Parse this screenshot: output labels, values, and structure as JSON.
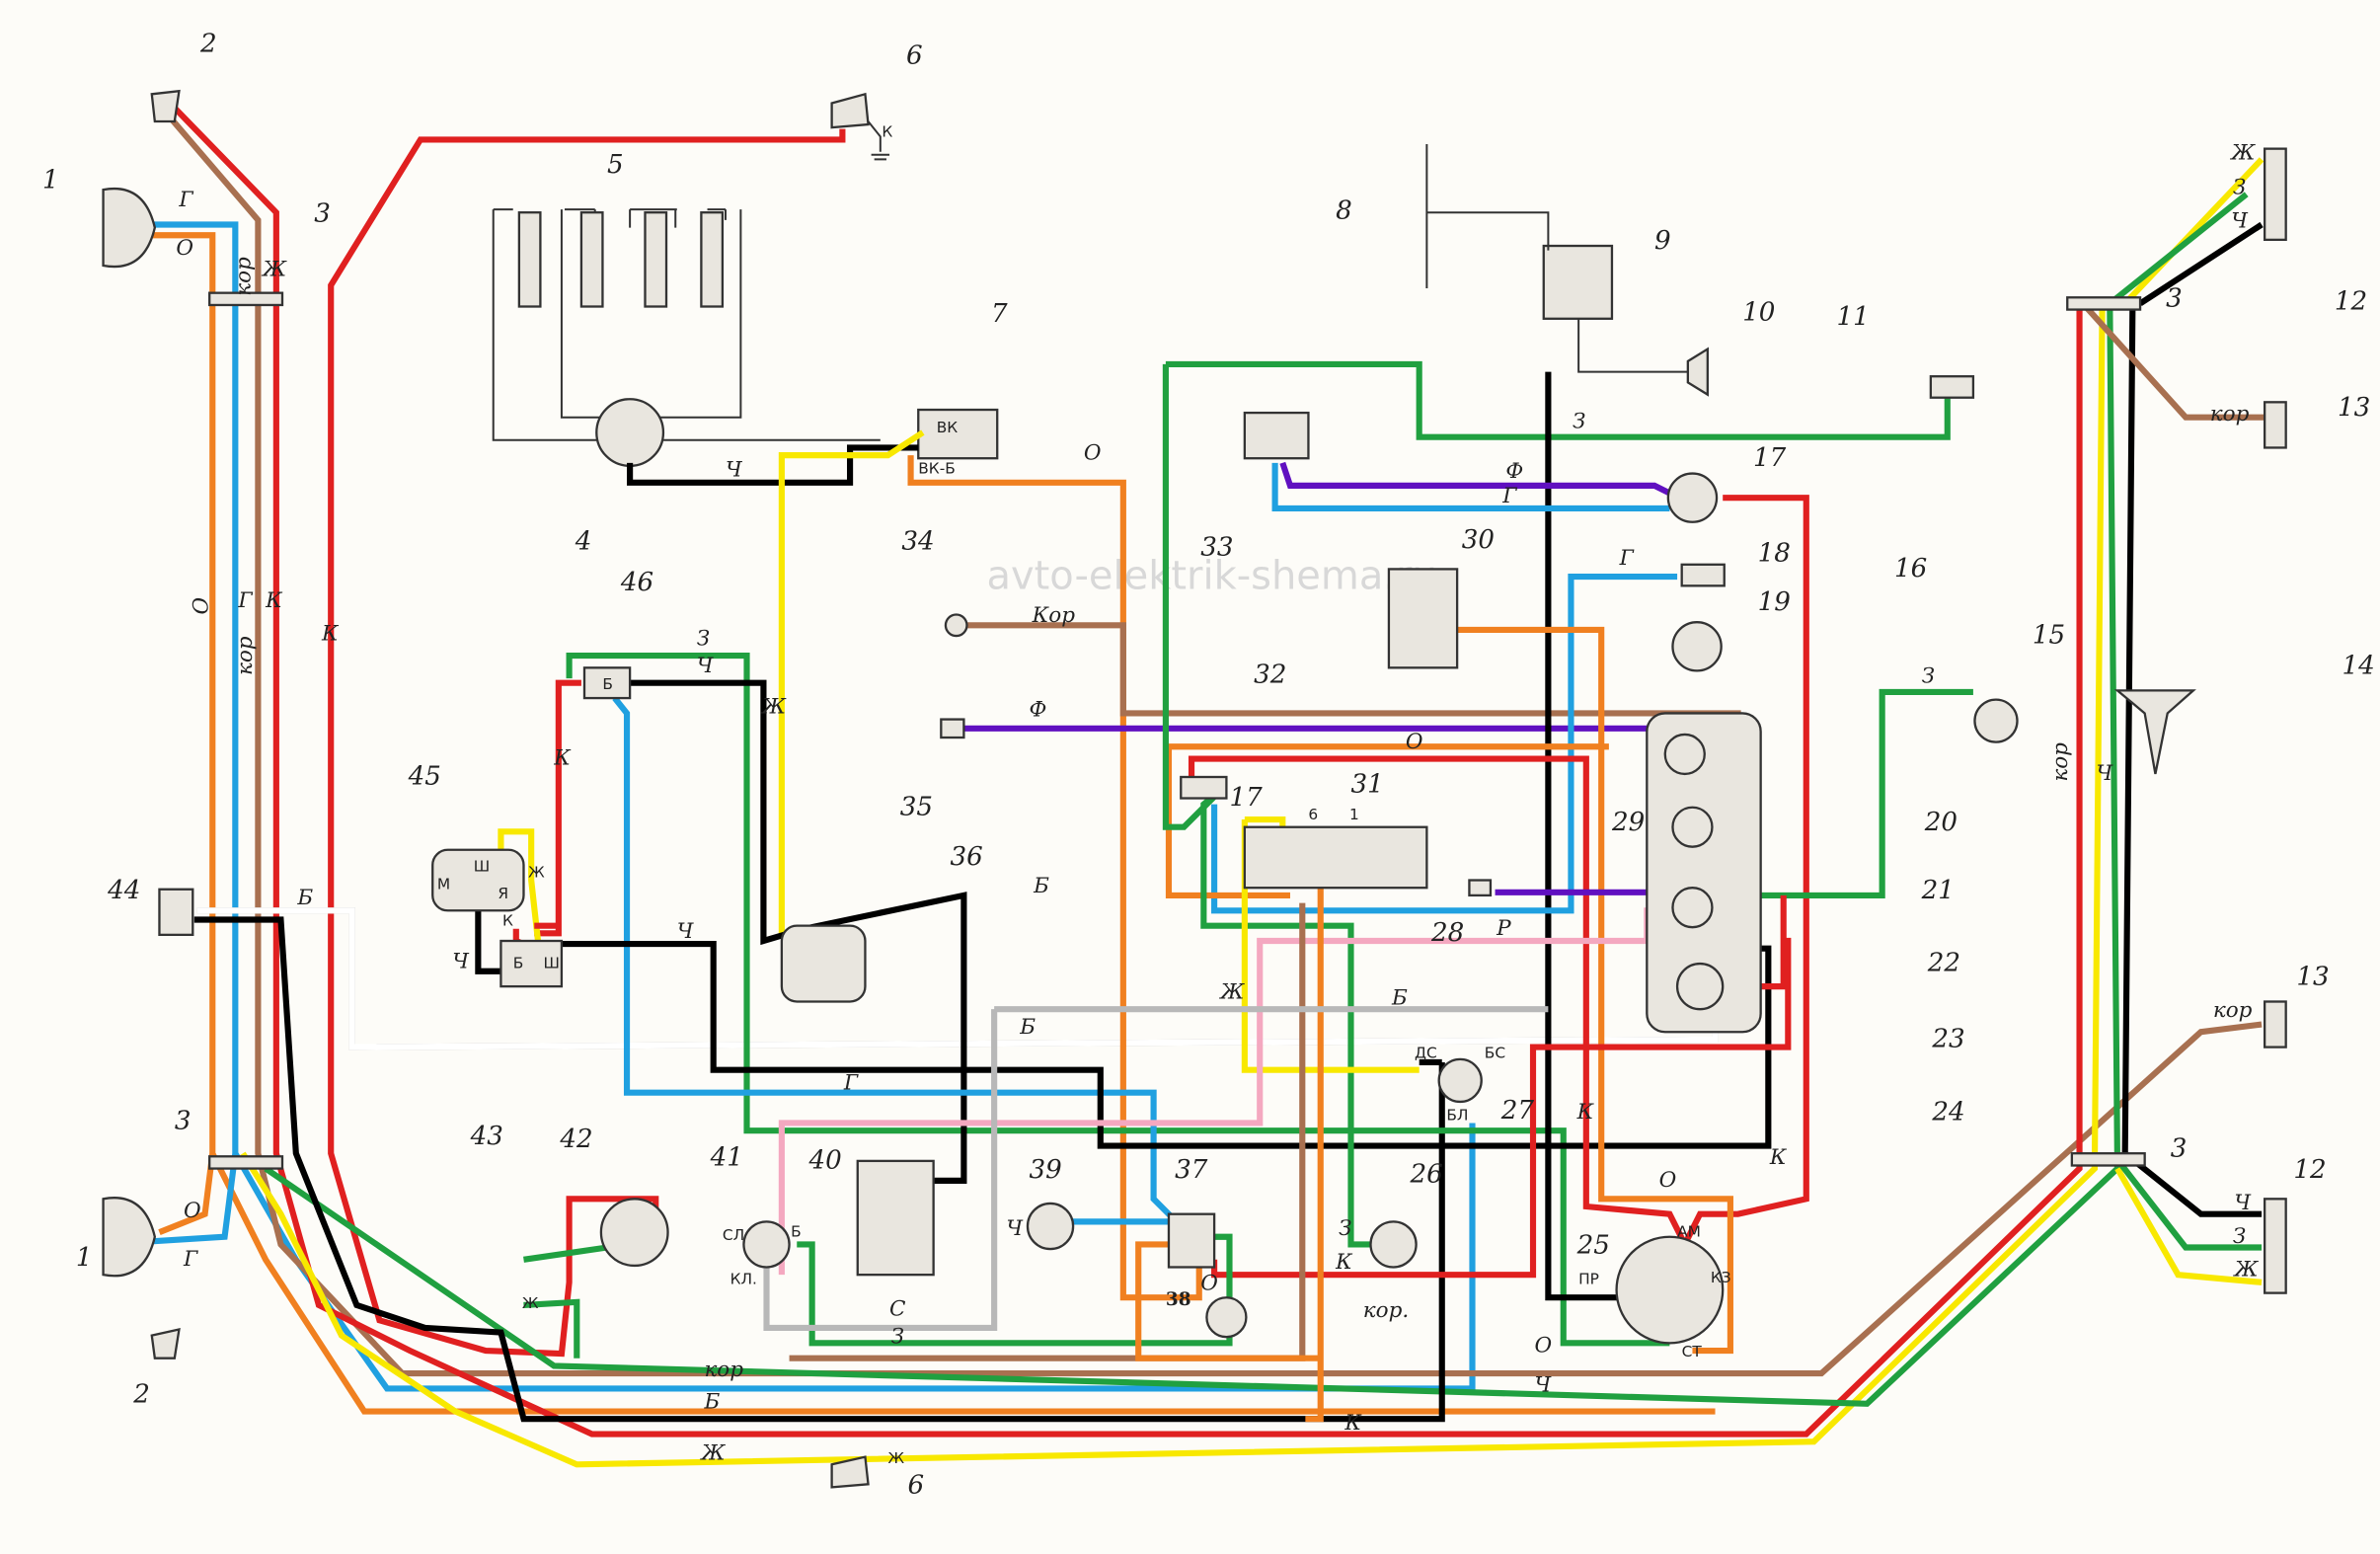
{
  "watermark": "avto-elektrik-shema.ru",
  "wire_colors": {
    "К": "#e02020",
    "О": "#f08020",
    "Г": "#20a0e0",
    "кор": "#a87050",
    "Ж": "#f8e800",
    "З": "#20a040",
    "Ч": "#000000",
    "Ф": "#6010c0",
    "Р": "#f4a8c0",
    "Б": "#ffffff",
    "grey": "#b8b8b8"
  },
  "component_numbers": [
    "1",
    "1",
    "2",
    "2",
    "3",
    "3",
    "3",
    "3",
    "4",
    "5",
    "6",
    "6",
    "7",
    "8",
    "9",
    "10",
    "11",
    "12",
    "12",
    "13",
    "13",
    "14",
    "15",
    "16",
    "17",
    "17",
    "18",
    "19",
    "20",
    "21",
    "22",
    "23",
    "24",
    "25",
    "26",
    "27",
    "28",
    "29",
    "30",
    "31",
    "32",
    "33",
    "34",
    "35",
    "36",
    "37",
    "38",
    "39",
    "40",
    "41",
    "42",
    "43",
    "44",
    "45",
    "46"
  ],
  "wire_labels": [
    "Г",
    "О",
    "кор",
    "Ж",
    "О",
    "Г",
    "кор",
    "К",
    "К",
    "Ч",
    "О",
    "Кор",
    "Ф",
    "З",
    "Ч",
    "Ж",
    "К",
    "Ч",
    "Ч",
    "Б",
    "Б",
    "Б",
    "Б",
    "Ж",
    "Г",
    "З",
    "Ф",
    "Г",
    "Г",
    "О",
    "Р",
    "З",
    "кор",
    "Ч",
    "Ж",
    "З",
    "Ч",
    "кор",
    "кор",
    "Ч",
    "З",
    "Ж",
    "О",
    "Г",
    "К",
    "З",
    "кор.",
    "О",
    "Ч",
    "кор",
    "Б",
    "Ж",
    "К",
    "Ч",
    "О",
    "С",
    "З",
    "К",
    "О",
    "К"
  ],
  "terminal_labels": [
    "ВК",
    "ВК-Б",
    "К",
    "Ш",
    "М",
    "Я",
    "Ж",
    "К",
    "Ш",
    "Б",
    "Б",
    "ДС",
    "БС",
    "БЛ",
    "АМ",
    "ПР",
    "КЗ",
    "СТ",
    "СЛ",
    "КЛ.",
    "Б",
    "6",
    "1",
    "Ж",
    "Ж"
  ]
}
